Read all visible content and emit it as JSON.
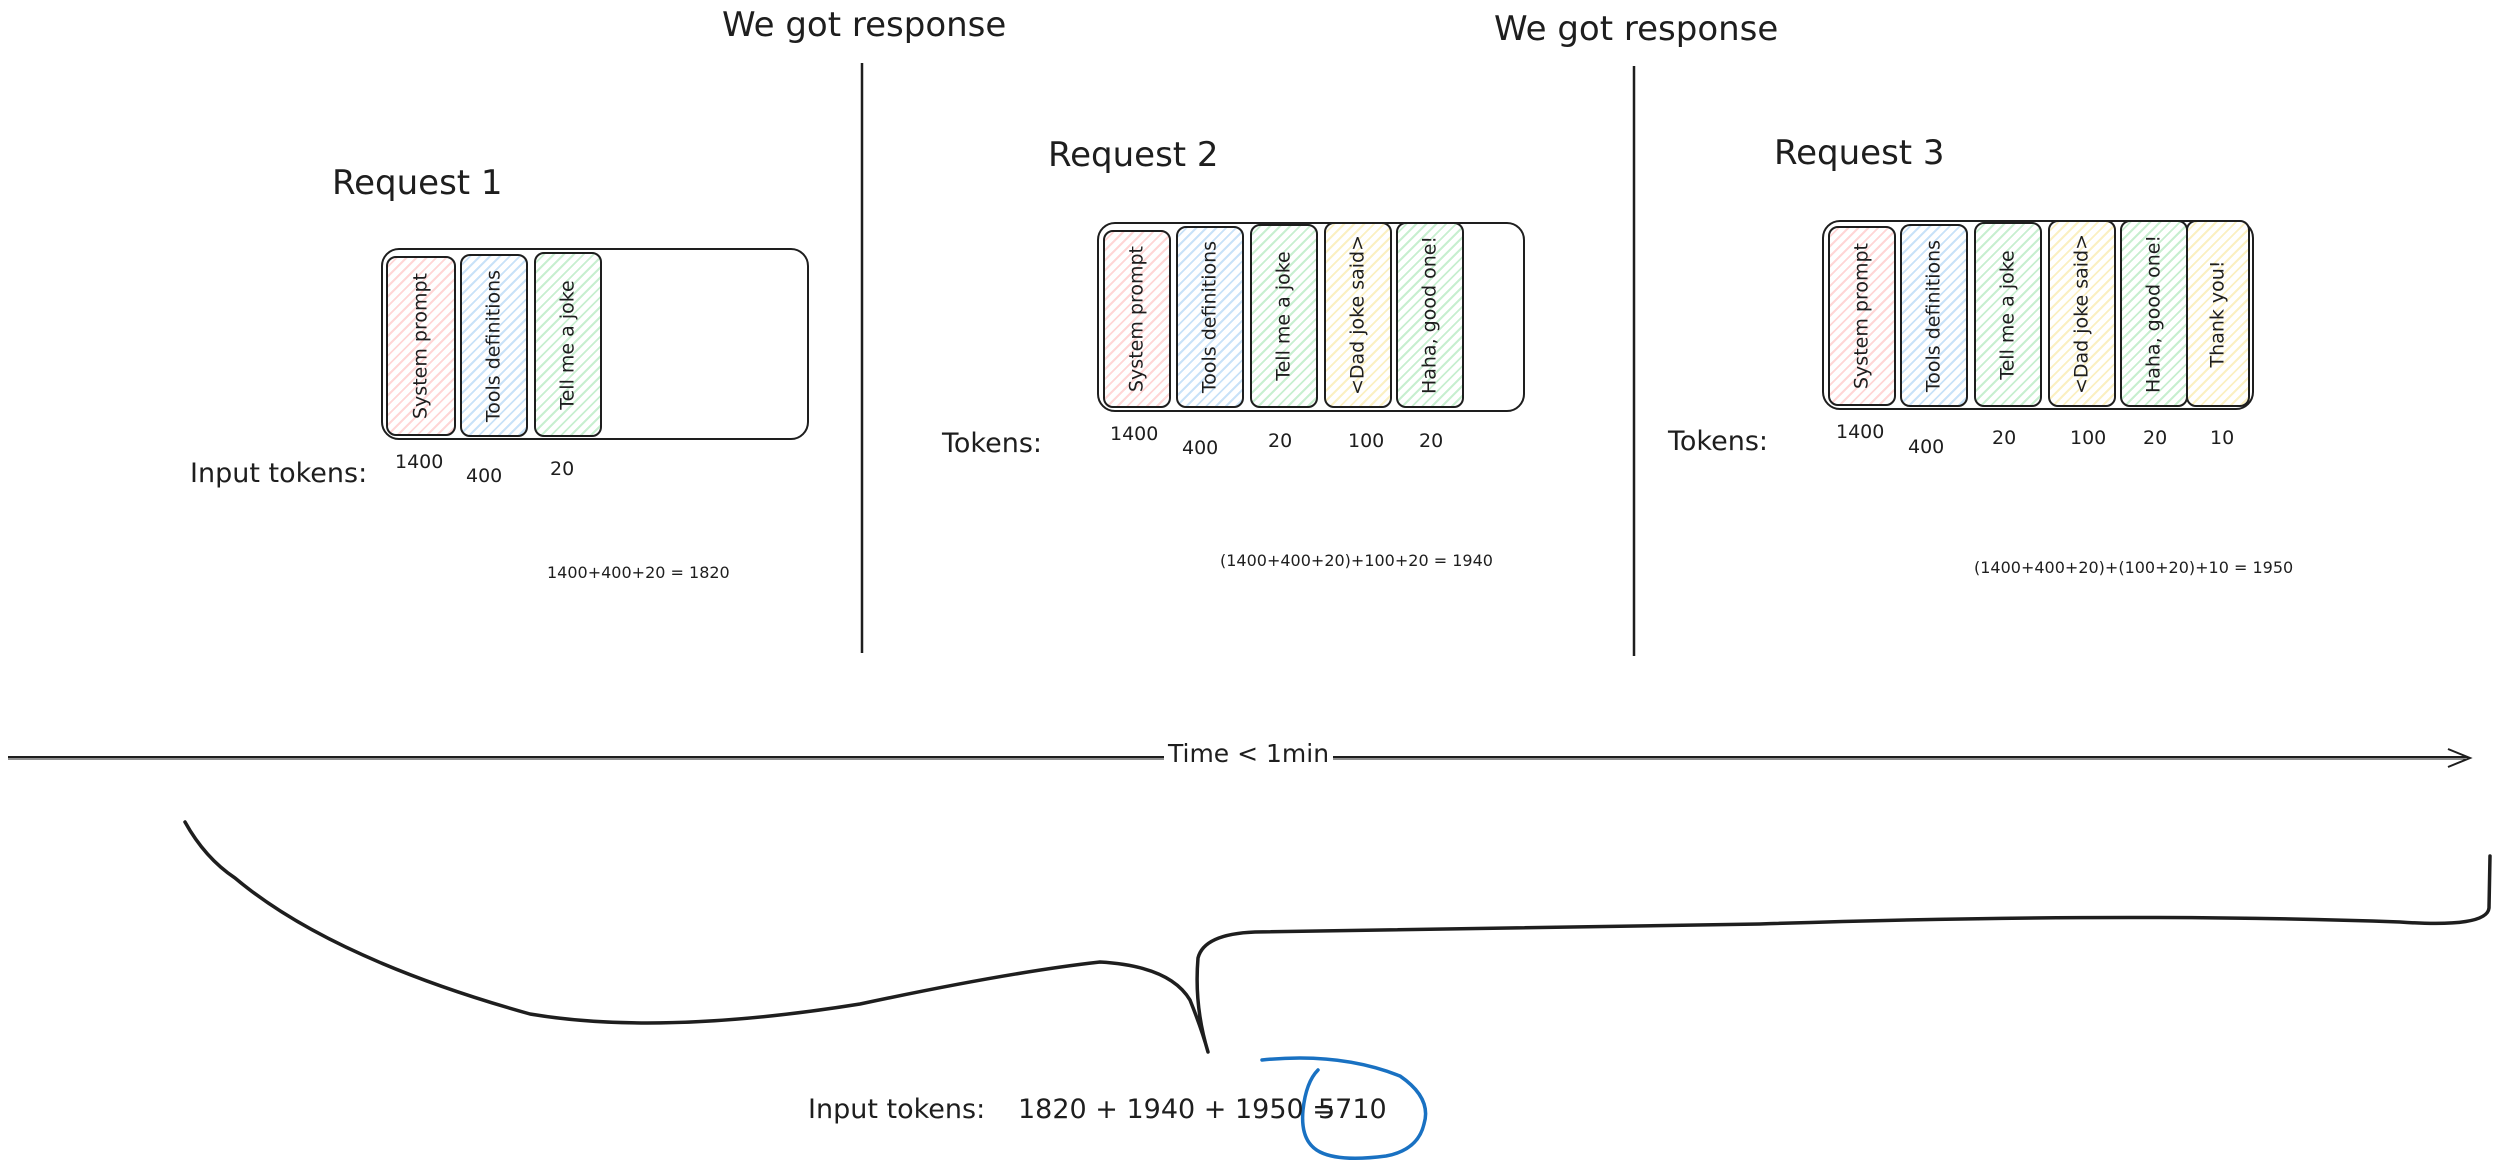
{
  "headers": {
    "response_1": "We got response",
    "response_2": "We got response"
  },
  "requests": [
    {
      "title": "Request 1",
      "tokens_label": "Input tokens:",
      "segments": [
        {
          "label": "System prompt",
          "color": "pink",
          "tokens": "1400"
        },
        {
          "label": "Tools definitions",
          "color": "blue",
          "tokens": "400"
        },
        {
          "label": "Tell me a joke",
          "color": "green",
          "tokens": "20"
        }
      ],
      "formula": "1400+400+20 = 1820"
    },
    {
      "title": "Request 2",
      "tokens_label": "Tokens:",
      "segments": [
        {
          "label": "System prompt",
          "color": "pink",
          "tokens": "1400"
        },
        {
          "label": "Tools definitions",
          "color": "blue",
          "tokens": "400"
        },
        {
          "label": "Tell me a joke",
          "color": "green",
          "tokens": "20"
        },
        {
          "label": "<Dad joke said>",
          "color": "yellow",
          "tokens": "100"
        },
        {
          "label": "Haha, good one!",
          "color": "green",
          "tokens": "20"
        }
      ],
      "formula": "(1400+400+20)+100+20 = 1940"
    },
    {
      "title": "Request 3",
      "tokens_label": "Tokens:",
      "segments": [
        {
          "label": "System prompt",
          "color": "pink",
          "tokens": "1400"
        },
        {
          "label": "Tools definitions",
          "color": "blue",
          "tokens": "400"
        },
        {
          "label": "Tell me a joke",
          "color": "green",
          "tokens": "20"
        },
        {
          "label": "<Dad joke said>",
          "color": "yellow",
          "tokens": "100"
        },
        {
          "label": "Haha, good one!",
          "color": "green",
          "tokens": "20"
        },
        {
          "label": "Thank you!",
          "color": "yellow",
          "tokens": "10"
        }
      ],
      "formula": "(1400+400+20)+(100+20)+10 = 1950"
    }
  ],
  "timeline": {
    "label": "Time < 1min"
  },
  "total": {
    "label": "Input tokens:",
    "expression": "1820 + 1940 + 1950 =",
    "result": "5710",
    "highlight_color": "#1971c2"
  },
  "colors": {
    "pink": "#ffd6d6",
    "blue": "#c9e2f8",
    "green": "#c8efd0",
    "yellow": "#fbf0c2",
    "stroke": "#1e1e1e"
  }
}
